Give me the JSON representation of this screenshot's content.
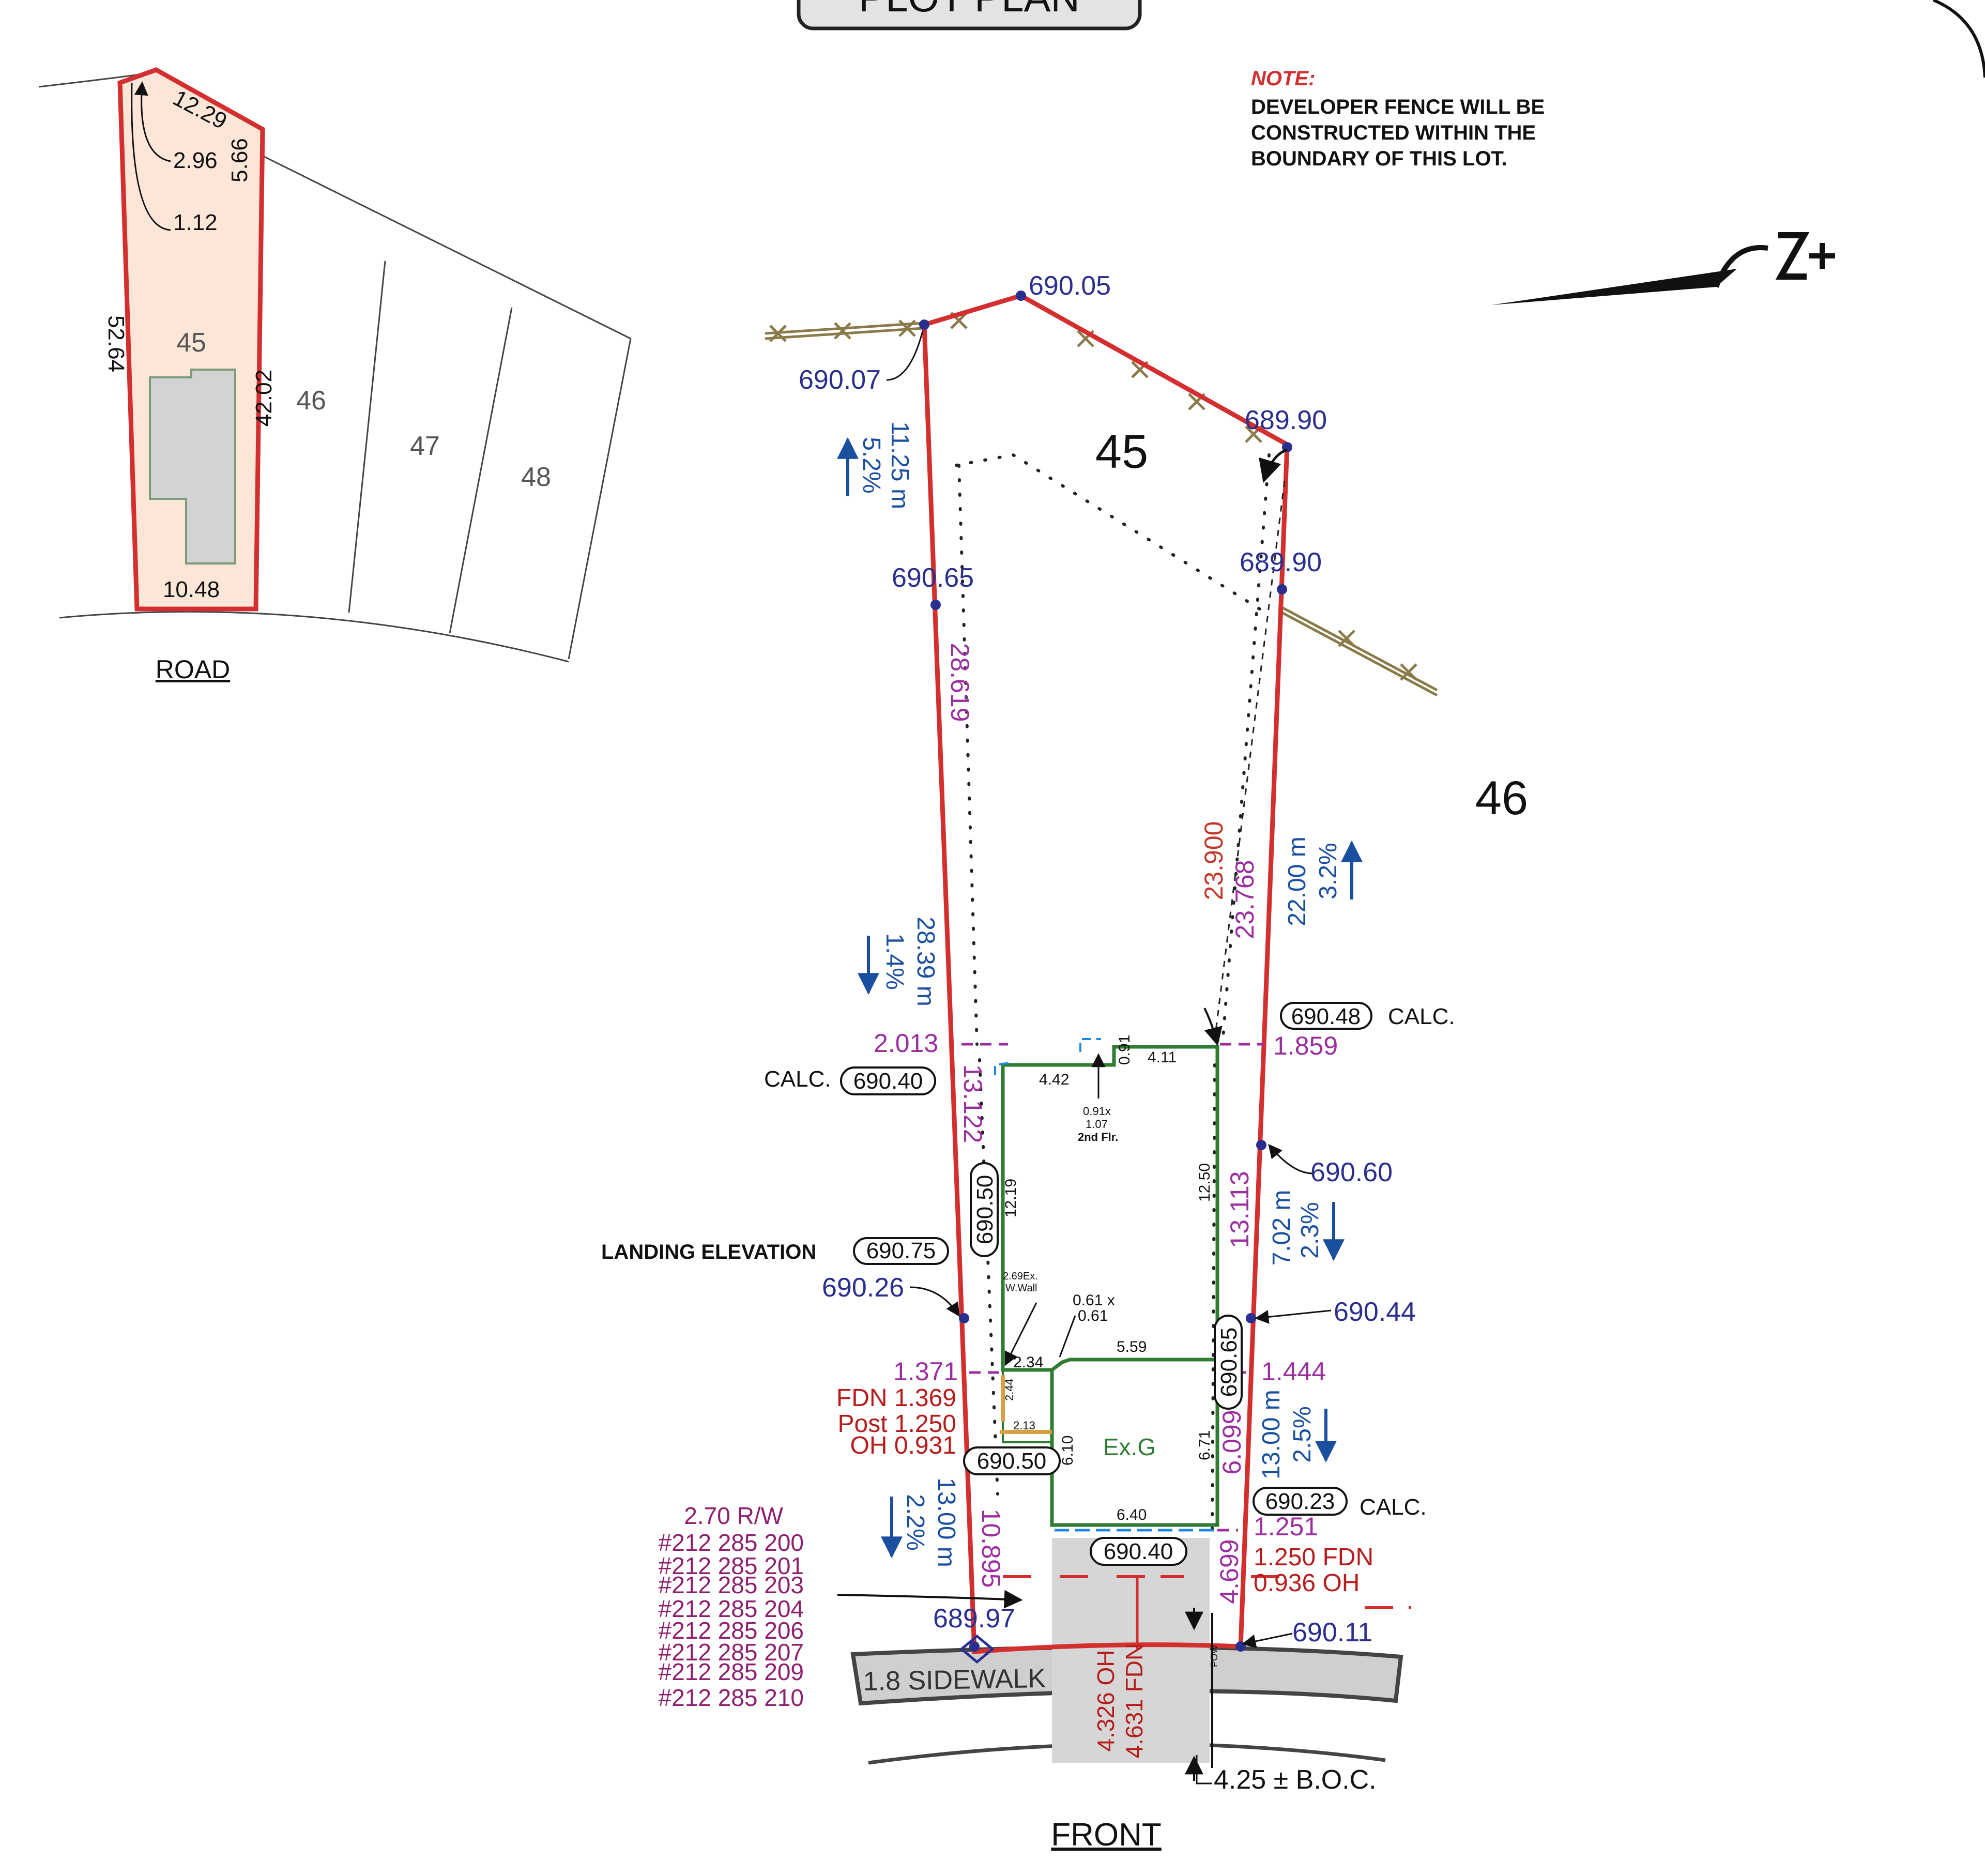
{
  "title": "PLOT PLAN",
  "note": {
    "heading": "NOTE:",
    "lines": [
      "DEVELOPER FENCE WILL BE",
      "CONSTRUCTED WITHIN THE",
      "BOUNDARY OF THIS LOT."
    ]
  },
  "key_plan": {
    "lots": [
      "45",
      "46",
      "47",
      "48"
    ],
    "dims": [
      "12.29",
      "5.66",
      "2.96",
      "1.12",
      "52.64",
      "42.02",
      "10.48"
    ],
    "road": "ROAD"
  },
  "lot_labels": {
    "this_lot": "45",
    "neighbour": "46"
  },
  "rear_elevations": {
    "left_corner": "690.07",
    "rear_mid": "690.05",
    "right_corner": "689.90",
    "right_fence": "689.90",
    "left_break": "690.65"
  },
  "grades": {
    "left_upper": {
      "length": "11.25 m",
      "slope": "5.2%"
    },
    "left_lower": {
      "length": "28.39 m",
      "slope": "1.4%"
    },
    "right_upper": {
      "length": "22.00 m",
      "slope": "3.2%"
    },
    "right_mid": {
      "length": "7.02 m",
      "slope": "2.3%"
    },
    "right_lower": {
      "length": "13.00 m",
      "slope": "2.5%"
    },
    "left_front": {
      "length": "13.00 m",
      "slope": "2.2%"
    }
  },
  "offsets": {
    "left_rear": "28.619",
    "right_rear_a": "23.900",
    "right_rear_b": "23.768",
    "left_side": "13.122",
    "right_side": "13.113",
    "right_front": "6.099",
    "left_front": "10.895",
    "front_right": "4.699",
    "rear_left": "2.013",
    "rear_right": "1.859",
    "left_1": "1.371",
    "right_1": "1.444",
    "right_2": "1.251"
  },
  "house_dims": {
    "d442": "4.42",
    "d411": "4.11",
    "d091": "0.91",
    "note_a": "0.91x",
    "note_b": "1.07",
    "note_c": "2nd Flr.",
    "d1219": "12.19",
    "d1250": "12.50",
    "wall_a": "2.69Ex.",
    "wall_b": "W.Wall",
    "d061a": "0.61 x",
    "d061b": "0.61",
    "d234": "2.34",
    "d559": "5.59",
    "d244": "2.44",
    "d213": "2.13",
    "d610": "6.10",
    "d671": "6.71",
    "d640": "6.40",
    "garage": "Ex.G"
  },
  "elevation_boxes": {
    "rear_right": "690.48",
    "rear_left": "690.40",
    "landing": "690.75",
    "house_left": "690.50",
    "house_right": "690.65",
    "garage_left": "690.50",
    "front_right": "690.23",
    "garage_front": "690.40",
    "calc": "CALC.",
    "landing_label": "LANDING ELEVATION"
  },
  "point_elevations": {
    "right_690_60": "690.60",
    "left_690_26": "690.26",
    "right_690_44": "690.44",
    "front_left": "689.97",
    "front_right": "690.11"
  },
  "left_front_text": {
    "fdn": "FDN 1.369",
    "post": "Post 1.250",
    "oh": "OH 0.931"
  },
  "right_front_text": {
    "fdn": "1.250 FDN",
    "oh": "0.936 OH"
  },
  "rw": {
    "label": "2.70  R/W",
    "items": [
      "#212 285 200",
      "#212 285 201",
      "#212 285 203",
      "#212 285 204",
      "#212 285 206",
      "#212 285 207",
      "#212 285 209",
      "#212 285 210"
    ]
  },
  "front": {
    "sidewalk": "1.8 SIDEWALK",
    "oh": "4.326 OH",
    "fdn": "4.631 FDN",
    "boc": "4.25 ± B.O.C.",
    "pow": "POW",
    "front_label": "FRONT"
  },
  "colors": {
    "lot_line": "#d32f2f",
    "elevation": "#2a2f8f",
    "offset": "#9b2fa0",
    "house": "#2e7d32",
    "fence": "#8a7a4a",
    "slope_arrow": "#1a4fa0",
    "dark_red": "#b71c1c",
    "key_fill": "#fbe6d8",
    "house_fill": "#d3d3d3",
    "pavement": "#cfcfcf"
  }
}
